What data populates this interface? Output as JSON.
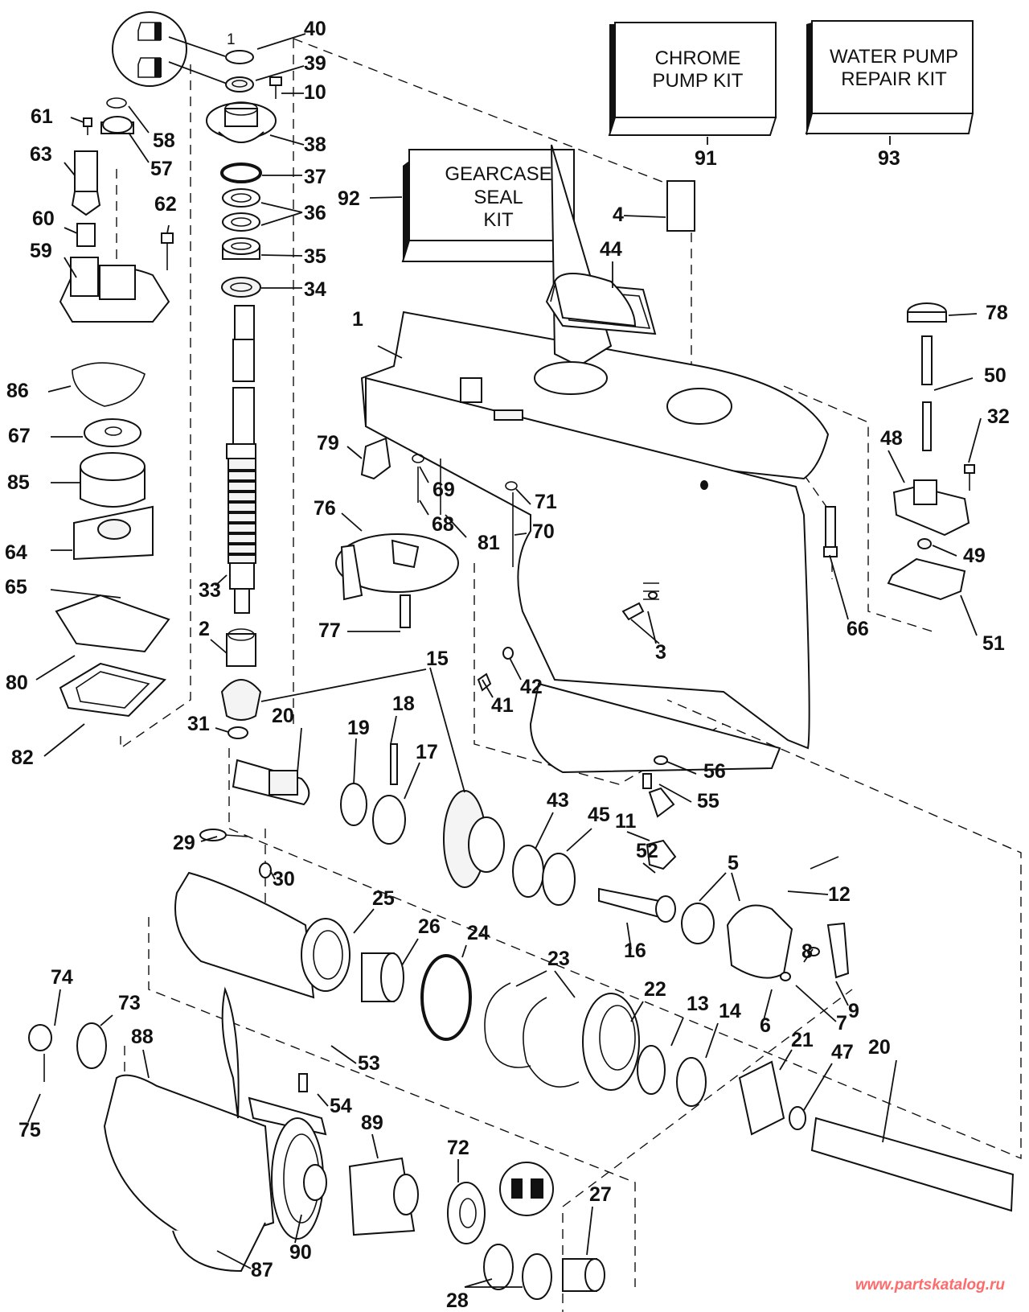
{
  "title": "Gearcase exploded parts diagram",
  "kits": [
    {
      "id": "kit-91",
      "number": "91",
      "lines": [
        "CHROME",
        "PUMP KIT"
      ]
    },
    {
      "id": "kit-93",
      "number": "93",
      "lines": [
        "WATER PUMP",
        "REPAIR KIT"
      ]
    },
    {
      "id": "kit-92",
      "number": "92",
      "lines": [
        "GEARCASE",
        "SEAL",
        "KIT"
      ]
    }
  ],
  "callouts": [
    "40",
    "39",
    "10",
    "38",
    "37",
    "36",
    "35",
    "34",
    "1",
    "61",
    "58",
    "57",
    "63",
    "62",
    "60",
    "59",
    "86",
    "67",
    "85",
    "64",
    "65",
    "33",
    "2",
    "80",
    "82",
    "31",
    "15",
    "79",
    "76",
    "77",
    "69",
    "68",
    "81",
    "71",
    "70",
    "3",
    "41",
    "42",
    "66",
    "48",
    "49",
    "51",
    "50",
    "32",
    "78",
    "4",
    "44",
    "20",
    "19",
    "18",
    "17",
    "56",
    "55",
    "43",
    "45",
    "11",
    "52",
    "5",
    "12",
    "16",
    "8",
    "9",
    "7",
    "6",
    "29",
    "30",
    "25",
    "26",
    "24",
    "23",
    "22",
    "13",
    "14",
    "21",
    "47",
    "74",
    "73",
    "75",
    "88",
    "53",
    "54",
    "89",
    "72",
    "90",
    "87",
    "28",
    "27"
  ],
  "watermark": "www.partskatalog.ru"
}
